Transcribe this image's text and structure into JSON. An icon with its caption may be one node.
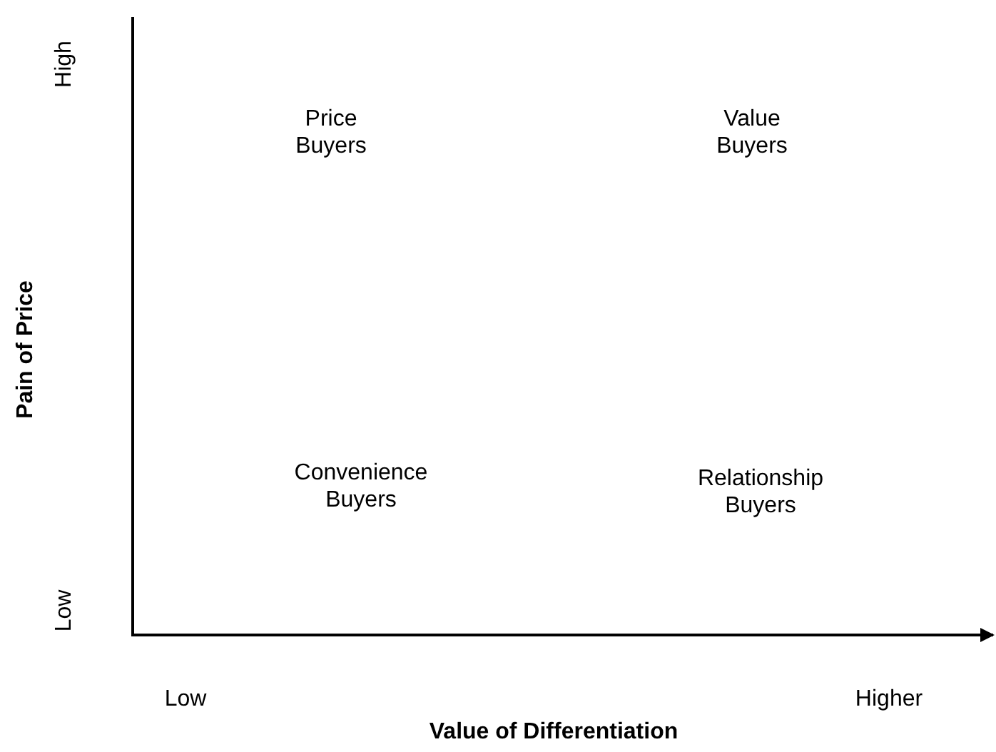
{
  "diagram": {
    "labels": [
      "High",
      "Price Buyers",
      "Value Buyers",
      "Pain of Price",
      "Convenience Buyers",
      "Relationship Buyers",
      "Low",
      "Low",
      "Higher",
      "Value of Differentiation"
    ]
  }
}
